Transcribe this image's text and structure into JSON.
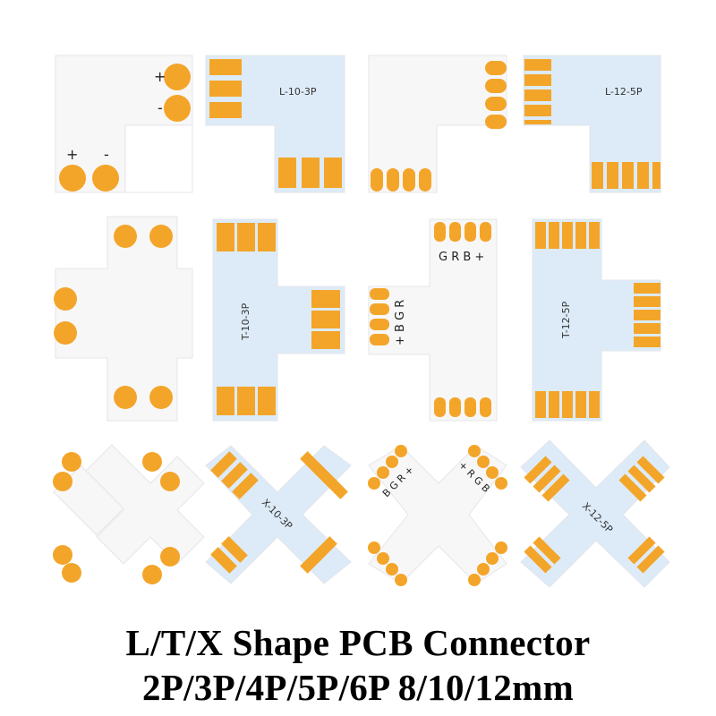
{
  "caption": {
    "line1": "L/T/X Shape PCB Connector",
    "line2": "2P/3P/4P/5P/6P 8/10/12mm"
  },
  "board_labels": {
    "l_10_3p": "L-10-3P",
    "l_12_5p": "L-12-5P",
    "t_10_3p": "T-10-3P",
    "t_12_5p": "T-12-5P",
    "x_10_3p": "X-10-3P",
    "x_12_5p": "X-12-5P"
  },
  "pin_marks": {
    "plus": "+",
    "minus": "-",
    "rgb": [
      "R",
      "G",
      "B"
    ],
    "grb_plus": "G R B +",
    "bgr_plus": "B G R +",
    "plus_bgr": "+ B G R",
    "plus_rgb": "+ R G B"
  },
  "colors": {
    "pad": "#F3A52A",
    "pad_edge": "#D98A14",
    "board_white": "#F6F7F9",
    "board_blue": "#DDEBF8",
    "board_edge": "#E2E5EA",
    "text_dark": "#222222"
  }
}
